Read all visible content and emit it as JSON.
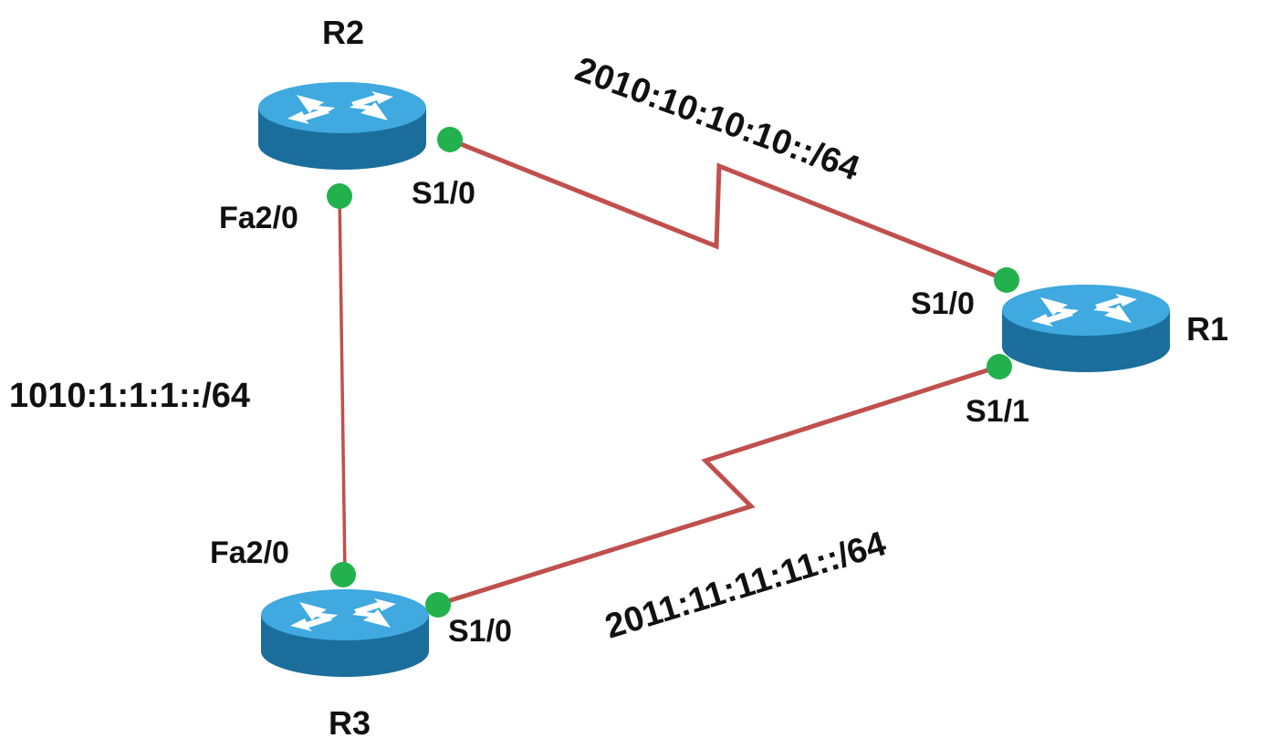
{
  "colors": {
    "link": "#c0504d",
    "port": "#22b14c",
    "router_top": "#3fa9e0",
    "router_side": "#1b6e9c",
    "router_arrows": "#ffffff"
  },
  "routers": {
    "r1": {
      "name": "R1",
      "icon": "router-icon"
    },
    "r2": {
      "name": "R2",
      "icon": "router-icon"
    },
    "r3": {
      "name": "R3",
      "icon": "router-icon"
    }
  },
  "interfaces": {
    "r2_s1_0": "S1/0",
    "r2_fa2_0": "Fa2/0",
    "r1_s1_0": "S1/0",
    "r1_s1_1": "S1/1",
    "r3_fa2_0": "Fa2/0",
    "r3_s1_0": "S1/0"
  },
  "networks": {
    "r2_r1": "2010:10:10:10::/64",
    "r2_r3": "1010:1:1:1::/64",
    "r3_r1": "2011:11:11:11::/64"
  },
  "links": [
    {
      "id": "r2-r1",
      "type": "serial"
    },
    {
      "id": "r2-r3",
      "type": "ethernet"
    },
    {
      "id": "r3-r1",
      "type": "serial"
    }
  ]
}
